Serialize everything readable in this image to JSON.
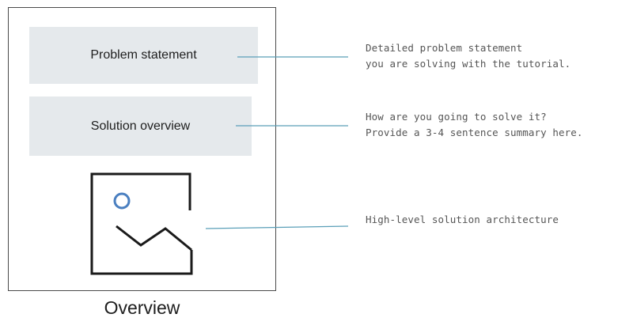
{
  "overview": {
    "caption": "Overview",
    "problem_box": {
      "label": "Problem statement"
    },
    "solution_box": {
      "label": "Solution overview"
    },
    "image_placeholder": {
      "icon": "image-placeholder-icon"
    }
  },
  "annotations": {
    "problem": [
      "Detailed problem statement",
      "you are solving with the tutorial."
    ],
    "solution": [
      "How are you going to solve it?",
      "Provide a 3-4 sentence summary here."
    ],
    "architecture": [
      "High-level solution architecture"
    ]
  },
  "colors": {
    "box_fill": "#e5e9ec",
    "connector": "#5a9fb8",
    "frame_border": "#4a4a4a",
    "circle": "#4a7fc0",
    "note_text": "#555555"
  }
}
